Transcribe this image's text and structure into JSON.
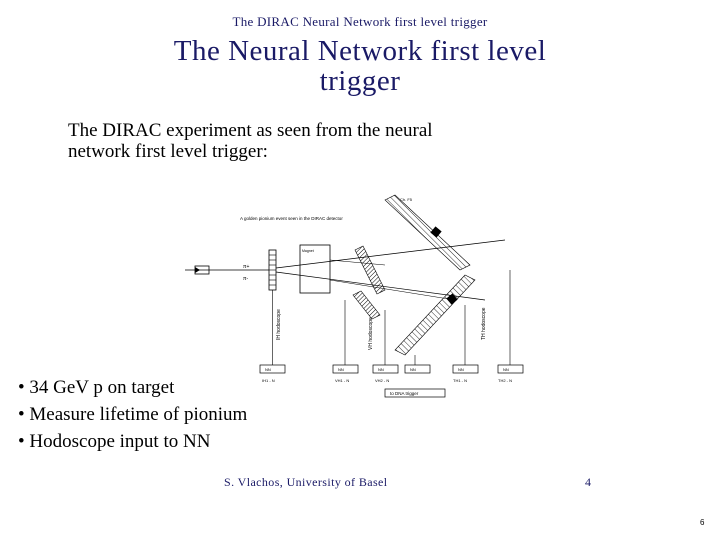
{
  "slide": {
    "header": "The DIRAC Neural Network first level trigger",
    "title_line1": "The Neural Network first level",
    "title_line2": "trigger",
    "subtitle_line1": "The DIRAC experiment as seen from the neural",
    "subtitle_line2": "network first level trigger:",
    "bullets": [
      "• 34 GeV p on target",
      "• Measure lifetime of pionium",
      "• Hodoscope input to NN"
    ],
    "footer_author": "S. Vlachos, University of Basel",
    "footer_number": "4",
    "page_number": "6"
  },
  "diagram": {
    "caption": "A golden pionium event seen in the DIRAC detector",
    "top_right_label": "Ch. F5",
    "box_labels": [
      "NN",
      "NN",
      "NN",
      "NN",
      "NN",
      "NN"
    ],
    "hodo_labels": [
      "IH1 - N",
      "VH1 - N",
      "VH2 - N",
      "TH1 - N",
      "TH2 - N"
    ],
    "side_label_left": "IH hodoscope",
    "side_label_mid": "VH hodoscope",
    "side_label_right": "TH hodoscope",
    "pion_plus": "π+",
    "pion_minus": "π-",
    "magnet_label": "Magnet",
    "nn_trigger_label": "to DNA trigger"
  }
}
